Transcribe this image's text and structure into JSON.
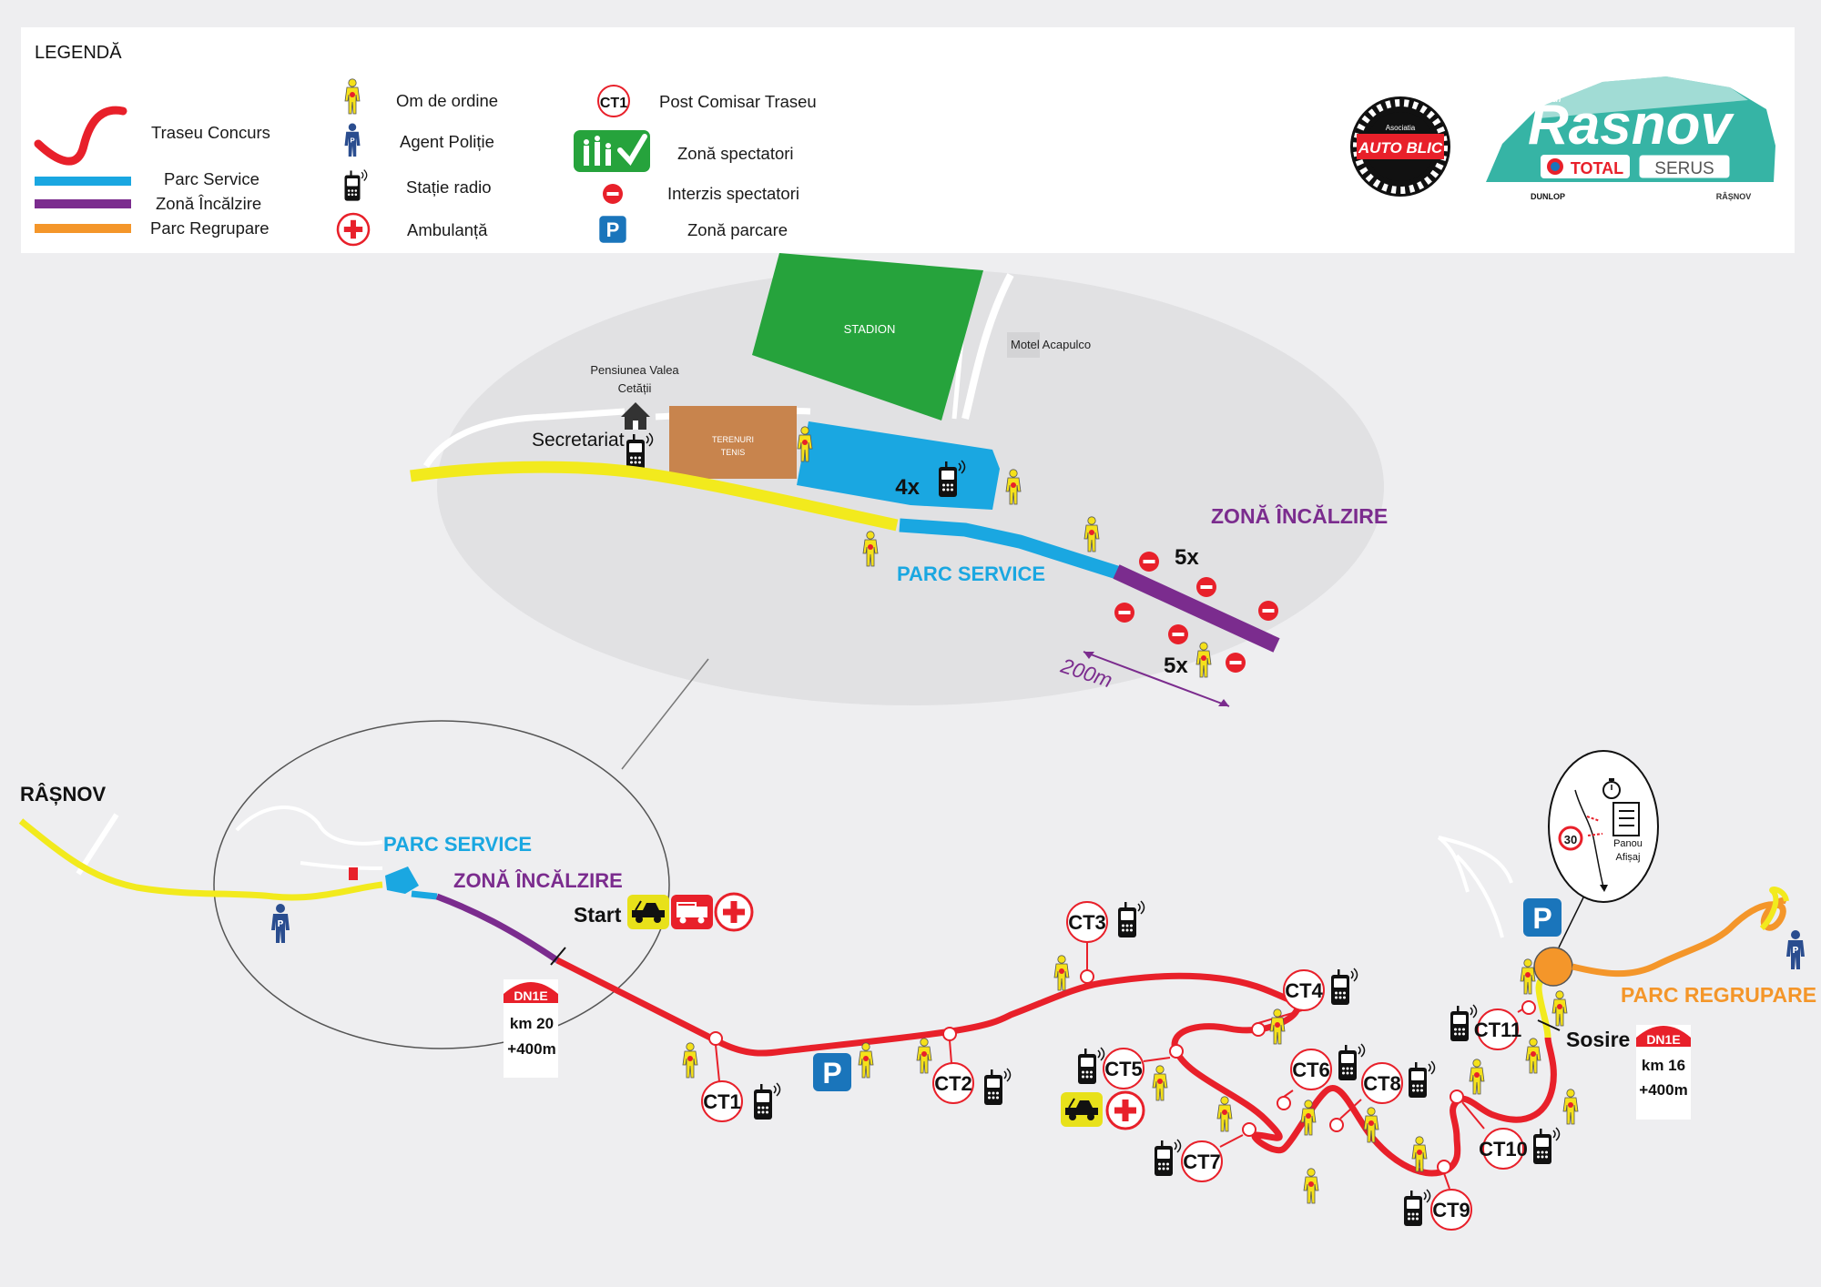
{
  "legend": {
    "title": "LEGENDĂ",
    "items": {
      "traseu": "Traseu Concurs",
      "parc_service": "Parc Service",
      "zona_incalzire": "Zonă Încălzire",
      "parc_regrupare": "Parc Regrupare",
      "om_ordine": "Om de ordine",
      "agent_politie": "Agent Poliție",
      "statie_radio": "Stație radio",
      "ambulanta": "Ambulanță",
      "post_comisar": "Post Comisar Traseu",
      "ct1_symbol": "CT1",
      "zona_spectatori": "Zonă spectatori",
      "interzis_spectatori": "Interzis spectatori",
      "zona_parcare": "Zonă parcare",
      "parking_letter": "P",
      "police_letter": "P"
    },
    "logos": {
      "autoblic_small": "Asociatia",
      "autoblic_big": "AUTO BLIC",
      "rasnov_word": "Rasnov",
      "rasnov_script": "Raliul",
      "total": "TOTAL",
      "serus": "SERUS",
      "dunlop": "DUNLOP",
      "town": "RÂȘNOV"
    }
  },
  "detail": {
    "stadion": "STADION",
    "motel": "Motel Acapulco",
    "pensiune_1": "Pensiunea Valea",
    "pensiune_2": "Cetății",
    "secretariat": "Secretariat",
    "terenuri_1": "TERENURI",
    "terenuri_2": "TENIS",
    "radio_count_service": "4x",
    "parc_service": "PARC SERVICE",
    "zona_incalzire": "ZONĂ ÎNCĂLZIRE",
    "forbid_count": "5x",
    "marshal_count": "5x",
    "distance": "200m"
  },
  "route": {
    "town": "RÂȘNOV",
    "parc_service": "PARC SERVICE",
    "zona_incalzire": "ZONĂ ÎNCĂLZIRE",
    "start": "Start",
    "sosire": "Sosire",
    "parc_regrupare": "PARC REGRUPARE",
    "km_start_sign": "DN1E",
    "km_start_1": "km 20",
    "km_start_2": "+400m",
    "km_end_sign": "DN1E",
    "km_end_1": "km 16",
    "km_end_2": "+400m",
    "panou_1": "Panou",
    "panou_2": "Afișaj",
    "speed_limit": "30",
    "parking": "P",
    "police": "P",
    "checkpoints": [
      "CT1",
      "CT2",
      "CT3",
      "CT4",
      "CT5",
      "CT6",
      "CT7",
      "CT8",
      "CT9",
      "CT10",
      "CT11"
    ]
  },
  "colors": {
    "route_red": "#e8202a",
    "service_blue": "#1aa7e1",
    "warmup_purple": "#7b2c8e",
    "regroup_orange": "#f4962a",
    "access_yellow": "#f2ea1d",
    "marshal_yellow": "#f5e11a",
    "stadium_green": "#26a33c",
    "tennis_brown": "#c8844d",
    "rasnov_teal": "#36b4a5",
    "parking_blue": "#1a75bb"
  },
  "icons": {
    "marshal": "marshal-icon",
    "police": "police-icon",
    "radio": "radio-icon",
    "ambulance": "ambulance-icon",
    "forbidden": "no-entry-icon",
    "parking": "parking-icon",
    "spectators": "spectators-icon",
    "house": "house-icon",
    "tow_truck": "tow-truck-icon",
    "fire_truck": "fire-truck-icon",
    "stopwatch": "stopwatch-icon",
    "checklist": "checklist-icon"
  }
}
